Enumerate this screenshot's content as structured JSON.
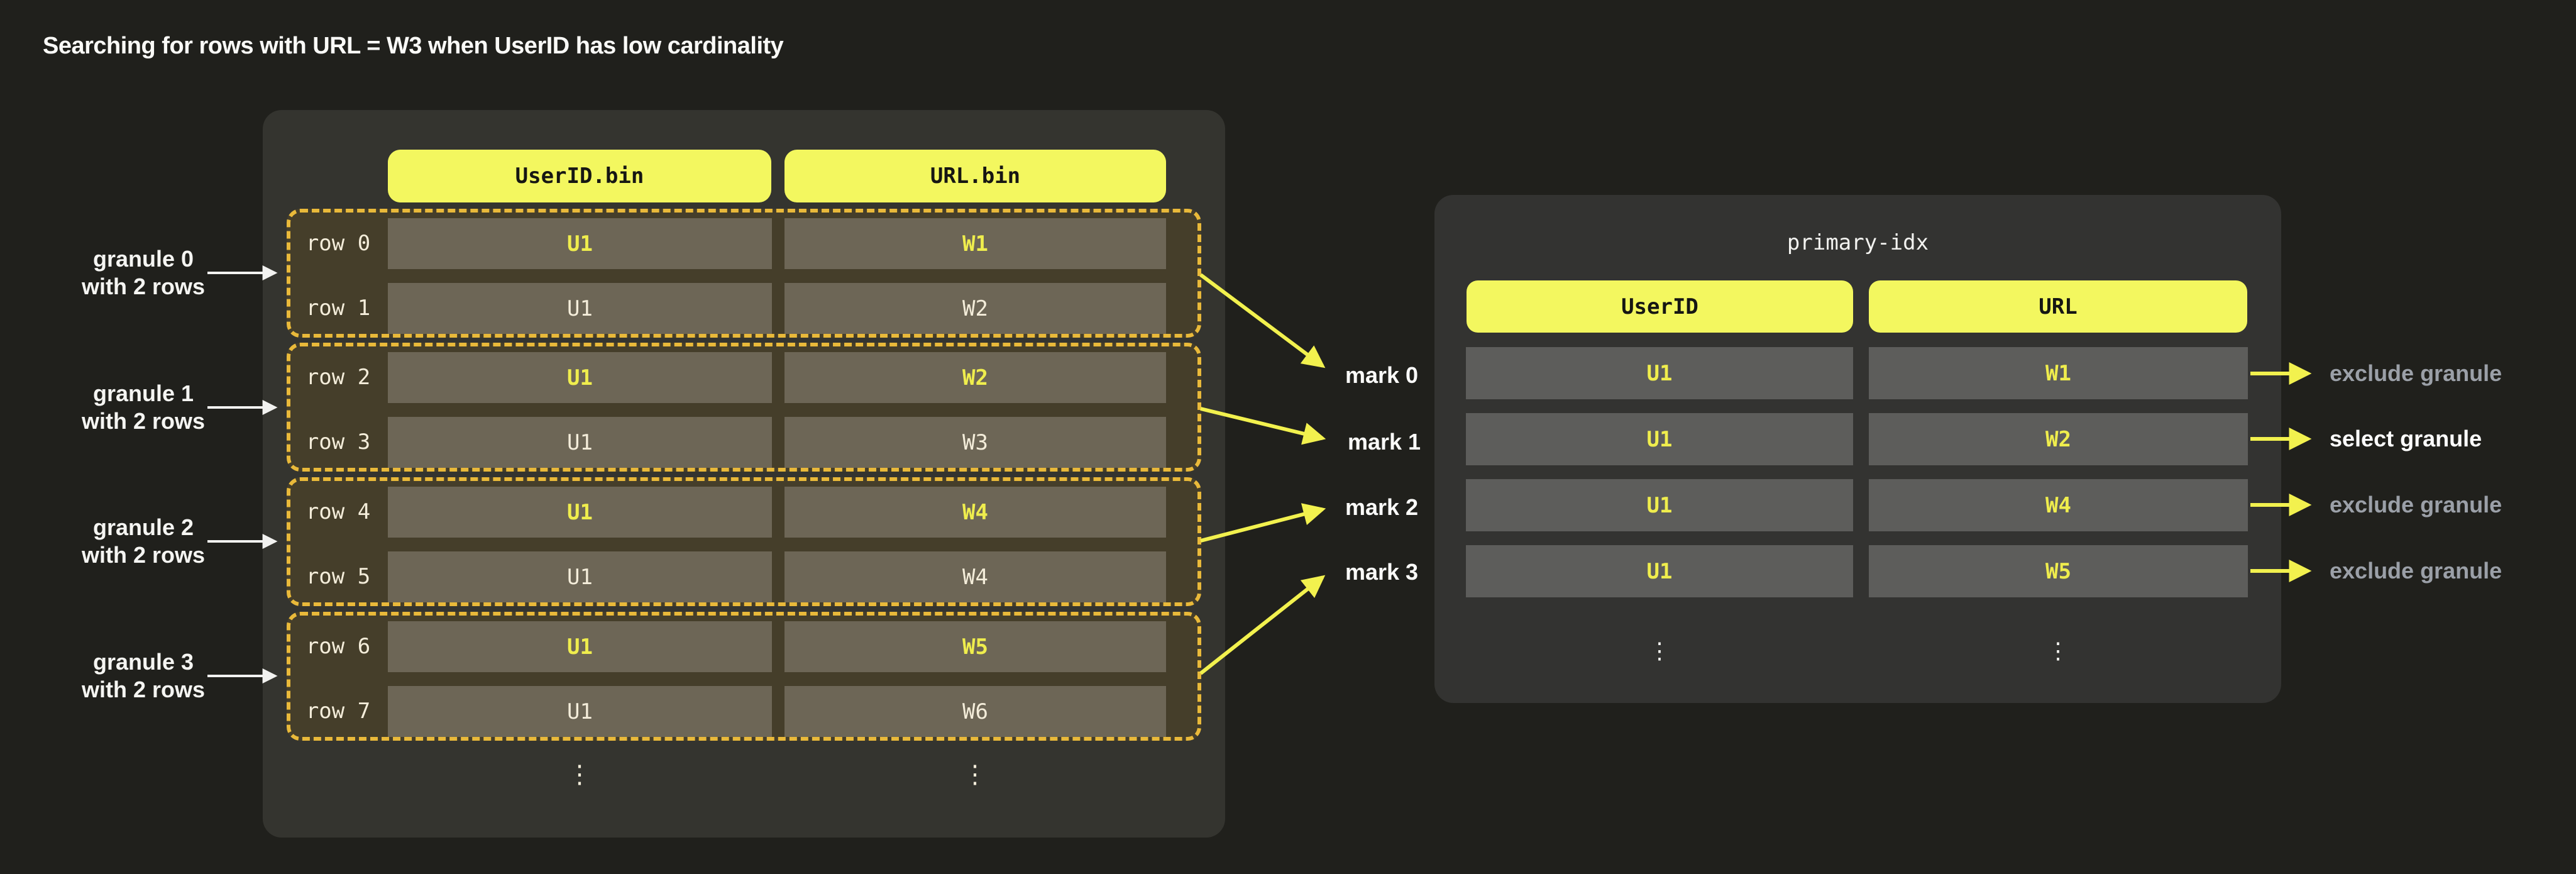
{
  "title": "Searching for rows with  URL = W3 when UserID has low cardinality",
  "granule_labels": [
    {
      "line1": "granule 0",
      "line2": "with 2 rows"
    },
    {
      "line1": "granule 1",
      "line2": "with 2 rows"
    },
    {
      "line1": "granule 2",
      "line2": "with 2 rows"
    },
    {
      "line1": "granule 3",
      "line2": "with 2 rows"
    }
  ],
  "bin_table": {
    "columns": [
      {
        "label": "UserID.bin"
      },
      {
        "label": "URL.bin"
      }
    ],
    "granules": [
      {
        "rows": [
          {
            "label": "row 0",
            "userid": "U1",
            "url": "W1"
          },
          {
            "label": "row 1",
            "userid": "U1",
            "url": "W2"
          }
        ]
      },
      {
        "rows": [
          {
            "label": "row 2",
            "userid": "U1",
            "url": "W2"
          },
          {
            "label": "row 3",
            "userid": "U1",
            "url": "W3"
          }
        ]
      },
      {
        "rows": [
          {
            "label": "row 4",
            "userid": "U1",
            "url": "W4"
          },
          {
            "label": "row 5",
            "userid": "U1",
            "url": "W4"
          }
        ]
      },
      {
        "rows": [
          {
            "label": "row 6",
            "userid": "U1",
            "url": "W5"
          },
          {
            "label": "row 7",
            "userid": "U1",
            "url": "W6"
          }
        ]
      }
    ],
    "ellipsis": "⋮"
  },
  "marks": [
    {
      "label": "mark 0"
    },
    {
      "label": "mark 1"
    },
    {
      "label": "mark 2"
    },
    {
      "label": "mark 3"
    }
  ],
  "index_table": {
    "title": "primary-idx",
    "columns": [
      {
        "label": "UserID"
      },
      {
        "label": "URL"
      }
    ],
    "rows": [
      {
        "userid": "U1",
        "url": "W1"
      },
      {
        "userid": "U1",
        "url": "W2"
      },
      {
        "userid": "U1",
        "url": "W4"
      },
      {
        "userid": "U1",
        "url": "W5"
      }
    ],
    "ellipsis": "⋮"
  },
  "decisions": [
    {
      "label": "exclude granule",
      "selected": false
    },
    {
      "label": "select granule",
      "selected": true
    },
    {
      "label": "exclude granule",
      "selected": false
    },
    {
      "label": "exclude granule",
      "selected": false
    }
  ],
  "colors": {
    "background": "#20201c",
    "panel": "#34342f",
    "granule_fill": "#453e2a",
    "granule_border": "#e9b93a",
    "bin_cell": "#6d6656",
    "idx_cell": "#5d5d5b",
    "accent_yellow": "#f3f75f",
    "arrow_yellow": "#f2f14e",
    "text_cream": "#f4edda",
    "text_yellow": "#efed4d",
    "text_gray": "#9ba0a8",
    "text_white": "#ffffff"
  }
}
